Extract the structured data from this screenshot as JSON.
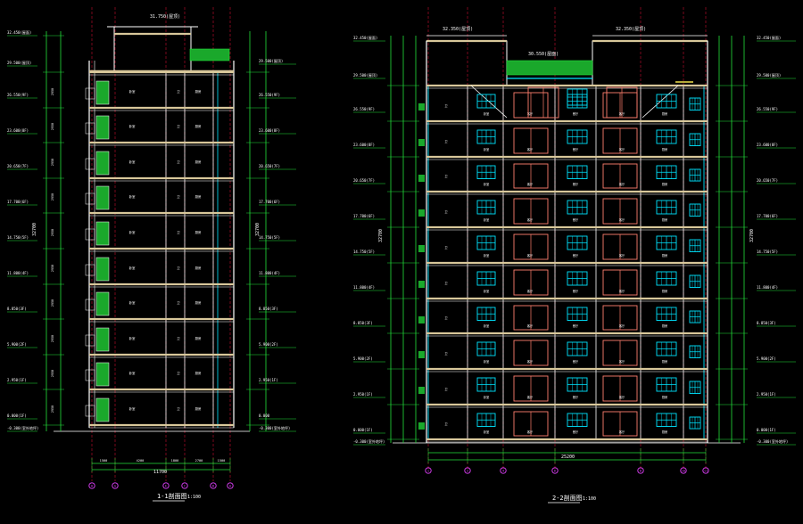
{
  "colors": {
    "background": "#000000",
    "wall": "#ffffff",
    "slab": "#d8c79a",
    "grid_axis": "#c8102e",
    "dimension": "#23e03a",
    "window": "#00e5ff",
    "door": "#ff7f6e",
    "balcony_fill": "#1aa82b",
    "text": "#ffffff",
    "axis_bubble": "#e040fb",
    "yellow": "#f2e24a"
  },
  "section_1": {
    "title": "1-1剖面图",
    "scale": "1:100",
    "roof_top_label": "31.750(屋顶)",
    "parapet_label": "32.450(屋面)",
    "overall_height_dim": "32700",
    "floor_height_dim": "2950",
    "levels_left": [
      "32.450(屋面)",
      "29.500(屋顶)",
      "26.550(9F)",
      "23.600(8F)",
      "20.650(7F)",
      "17.700(6F)",
      "14.750(5F)",
      "11.800(4F)",
      "8.850(3F)",
      "5.900(2F)",
      "2.950(1F)",
      "0.000(1F)",
      "-0.300(室外地坪)"
    ],
    "levels_right": [
      "29.500(屋顶)",
      "26.550(9F)",
      "23.600(8F)",
      "20.650(7F)",
      "17.700(6F)",
      "14.750(5F)",
      "11.800(4F)",
      "8.850(3F)",
      "5.900(2F)",
      "2.950(1F)",
      "0.000",
      "-0.300(室外地坪)"
    ],
    "bottom_dims": [
      "1500",
      "4200",
      "1800",
      "2700",
      "1500"
    ],
    "bottom_total": "11700",
    "axes": [
      "H",
      "G",
      "E",
      "C",
      "B",
      "A"
    ],
    "room_labels": [
      "卧室",
      "卧室",
      "卫",
      "厨房"
    ]
  },
  "section_2": {
    "title": "2-2剖面图",
    "scale": "1:100",
    "roof_label_left": "32.350(屋顶)",
    "roof_label_right": "32.350(屋顶)",
    "roof_mid_label": "30.550(屋面)",
    "overall_height_dim": "32700",
    "levels_left": [
      "32.450(屋面)",
      "29.500(屋顶)",
      "26.550(9F)",
      "23.600(8F)",
      "20.650(7F)",
      "17.700(6F)",
      "14.750(5F)",
      "11.800(4F)",
      "8.850(3F)",
      "5.900(2F)",
      "2.950(1F)",
      "0.000(1F)",
      "-0.300(室外地坪)"
    ],
    "levels_right": [
      "32.450(屋面)",
      "29.500(屋顶)",
      "26.550(9F)",
      "23.600(8F)",
      "20.650(7F)",
      "17.700(6F)",
      "14.750(5F)",
      "11.800(4F)",
      "8.850(3F)",
      "5.900(2F)",
      "2.950(1F)",
      "0.000(1F)",
      "-0.300(室外地坪)"
    ],
    "axes": [
      "1",
      "2",
      "4",
      "6",
      "8",
      "10",
      "11"
    ],
    "bottom_total": "25200",
    "room_labels": [
      "卧室",
      "客厅",
      "餐厅",
      "卫",
      "厨房"
    ]
  }
}
